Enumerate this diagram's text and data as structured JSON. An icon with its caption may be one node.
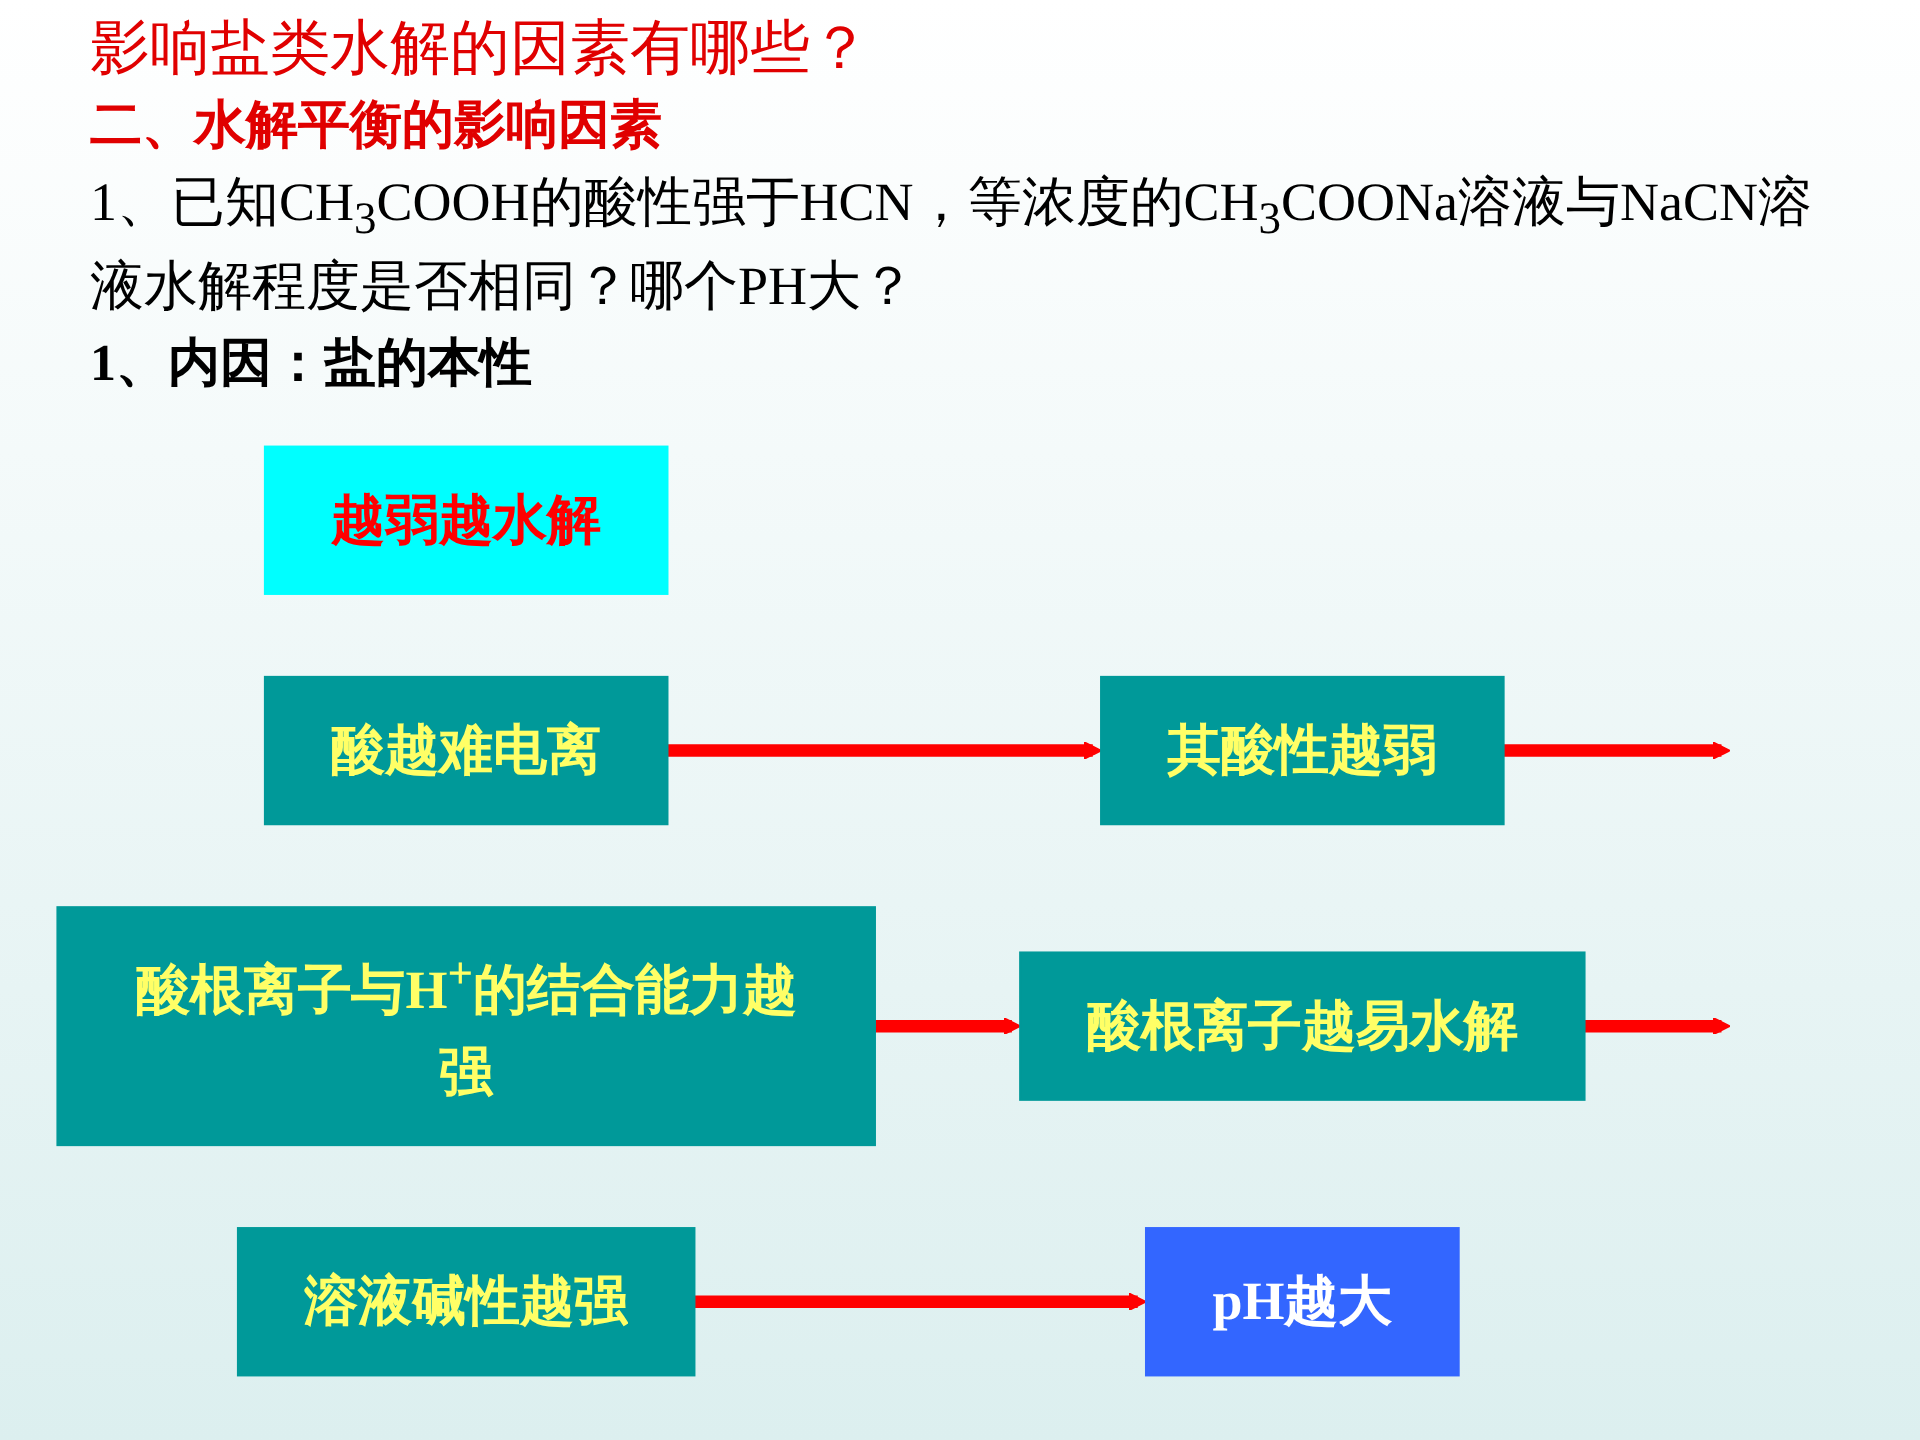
{
  "diagram": {
    "title": "影响盐类水解的因素有哪些？",
    "nodes": [
      {
        "text": [
          "越弱越水解"
        ]
      },
      {
        "text": [
          "酸越难电离"
        ]
      },
      {
        "text": [
          "其酸性越弱"
        ]
      },
      {
        "text": [
          "酸根离子与H$^{+}$的结合能力越强"
        ]
      },
      {
        "text": [
          "酸根离子越易水解"
        ]
      },
      {
        "text": [
          "溶液碱性越强"
        ]
      },
      {
        "text": [
          "pH越大"
        ]
      }
    ],
    "edges": [
      {
        "from": 1,
        "to": 2,
        "arrow": "to"
      },
      {
        "from": 2,
        "to": null,
        "arrow": "to"
      },
      {
        "from": 3,
        "to": 4,
        "arrow": "to"
      },
      {
        "from": 4,
        "to": null,
        "arrow": "to"
      },
      {
        "from": 5,
        "to": 6,
        "arrow": "to"
      }
    ],
    "labels": [
      "二、水解平衡的影响因素",
      "1、已知CH$_{3}$COOH的酸性强于HCN，等浓度的CH$_{3}$COONa溶液与NaCN溶液水解程度是否相同？哪个PH大？",
      "1、内因：盐的本性"
    ]
  }
}
